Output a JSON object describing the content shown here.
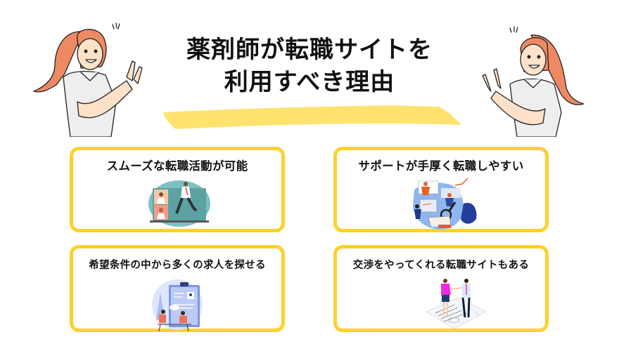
{
  "header": {
    "title_line1": "薬剤師が転職サイトを",
    "title_line2": "利用すべき理由"
  },
  "colors": {
    "card_border": "#fdd12a",
    "highlight": "#ffe36e",
    "hair": "#ee8a63",
    "text": "#111111"
  },
  "cards": [
    {
      "title": "スムーズな転職活動が可能",
      "illustration": "video-call-running-man-illustration"
    },
    {
      "title": "サポートが手厚く転職しやすい",
      "illustration": "team-support-magnifier-illustration"
    },
    {
      "title": "希望条件の中から多くの求人を探せる",
      "illustration": "interview-clipboard-illustration"
    },
    {
      "title": "交渉をやってくれる転職サイトもある",
      "illustration": "handshake-contract-illustration"
    }
  ]
}
